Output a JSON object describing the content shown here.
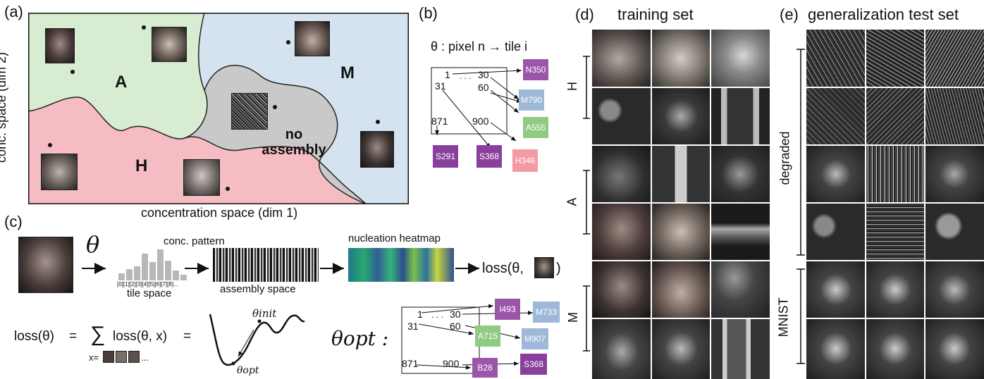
{
  "panels": {
    "a": {
      "label": "(a)",
      "region_A": "A",
      "region_H": "H",
      "region_M": "M",
      "region_none": "no\nassembly",
      "xlabel": "concentration space (dim 1)",
      "ylabel": "conc. space (dim 2)",
      "colors": {
        "A": "#d7ecd1",
        "H": "#f6bcc4",
        "M": "#d4e3ef",
        "none": "#c9c9c9"
      }
    },
    "b": {
      "label": "(b)",
      "title": "θ : pixel n → tile i",
      "grid_labels": [
        "1",
        ". . .",
        "30",
        "31",
        "60",
        "871",
        "900"
      ],
      "tiles": [
        {
          "name": "N350",
          "color": "#9a56a8"
        },
        {
          "name": "M790",
          "color": "#9db8d8"
        },
        {
          "name": "A555",
          "color": "#8fcb82"
        },
        {
          "name": "S291",
          "color": "#8a3f9c"
        },
        {
          "name": "S368",
          "color": "#8a3f9c"
        },
        {
          "name": "H346",
          "color": "#f49aa4"
        }
      ]
    },
    "c": {
      "label": "(c)",
      "theta": "θ",
      "conc_pattern": "conc. pattern",
      "tile_ticks": "[0][1][2][3][4][5][6][7][8]...",
      "tile_space": "tile space",
      "assembly_space": "assembly space",
      "heatmap_title": "nucleation heatmap",
      "loss_lhs": "loss(θ,",
      "loss_rhs": ")",
      "eq_loss": "loss(θ)",
      "eq_equals": "=",
      "eq_sum": "∑",
      "eq_term": "loss(θ, x)",
      "eq_equals2": "=",
      "eq_x": "x=",
      "eq_dots": "...",
      "theta_init": "θinit",
      "theta_opt_small": "θopt",
      "theta_opt": "θopt :",
      "grid_labels": [
        "1",
        ". . .",
        "30",
        "31",
        "60",
        "871",
        "900"
      ],
      "tiles": [
        {
          "name": "I493",
          "color": "#9a56a8"
        },
        {
          "name": "M733",
          "color": "#9db8d8"
        },
        {
          "name": "A715",
          "color": "#8fcb82"
        },
        {
          "name": "M907",
          "color": "#9db8d8"
        },
        {
          "name": "B28",
          "color": "#9a56a8"
        },
        {
          "name": "S368",
          "color": "#8a3f9c"
        }
      ]
    },
    "d": {
      "label": "(d)",
      "title": "training set",
      "rows": [
        "H",
        "A",
        "M"
      ]
    },
    "e": {
      "label": "(e)",
      "title": "generalization test set",
      "rows": [
        "degraded",
        "MNIST"
      ]
    }
  }
}
